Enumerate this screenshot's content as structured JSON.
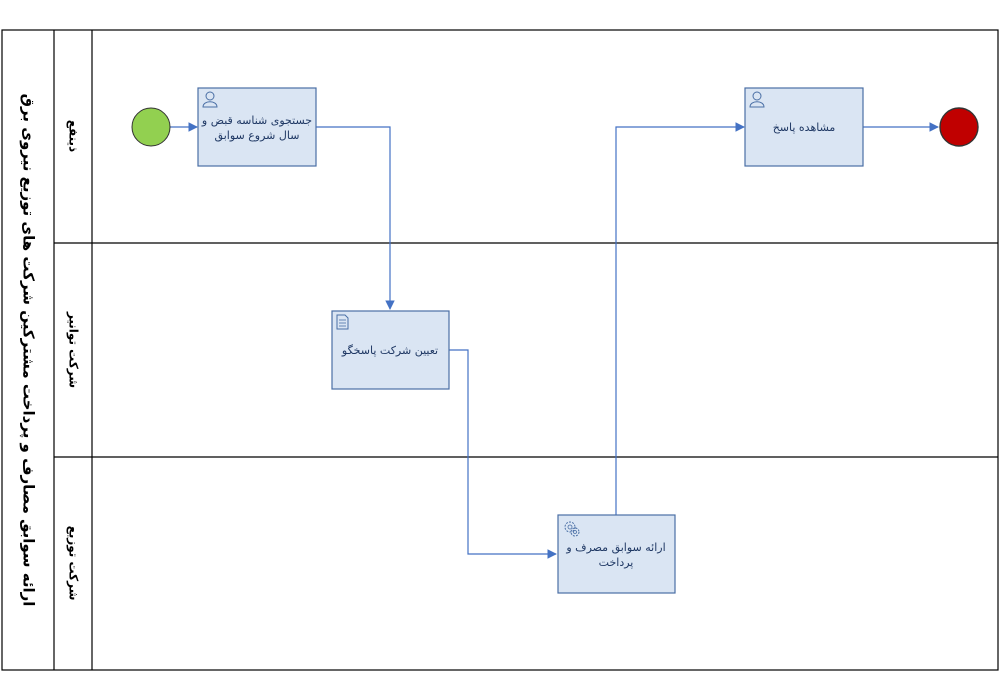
{
  "pool": {
    "title": "ارائه سوابق مصارف و پرداخت مشترکین شرکت های توزیع نیروی برق"
  },
  "lanes": [
    {
      "id": "customer",
      "label": "ذینفع"
    },
    {
      "id": "tavanir",
      "label": "شرکت توانیر"
    },
    {
      "id": "distribution",
      "label": "شرکت توزیع"
    }
  ],
  "events": [
    {
      "id": "start",
      "type": "start",
      "color": "#92d050"
    },
    {
      "id": "end",
      "type": "end",
      "color": "#c00000"
    }
  ],
  "tasks": [
    {
      "id": "search",
      "lane": "customer",
      "icon": "user-task-icon",
      "lines": [
        "جستجوی شناسه قبض و",
        "سال شروع سوابق"
      ]
    },
    {
      "id": "view",
      "lane": "customer",
      "icon": "user-task-icon",
      "lines": [
        "مشاهده پاسخ"
      ]
    },
    {
      "id": "assign",
      "lane": "tavanir",
      "icon": "script-task-icon",
      "lines": [
        "تعیین شرکت پاسخگو"
      ]
    },
    {
      "id": "provide",
      "lane": "distribution",
      "icon": "service-task-icon",
      "lines": [
        "ارائه سوابق مصرف و",
        "پرداخت"
      ]
    }
  ],
  "flows": [
    {
      "from": "start",
      "to": "search"
    },
    {
      "from": "search",
      "to": "assign"
    },
    {
      "from": "assign",
      "to": "provide"
    },
    {
      "from": "provide",
      "to": "view"
    },
    {
      "from": "view",
      "to": "end"
    }
  ],
  "colors": {
    "task_fill": "#dae5f3",
    "task_stroke": "#4a6fa5",
    "flow": "#4472c4",
    "text": "#1f3864"
  }
}
